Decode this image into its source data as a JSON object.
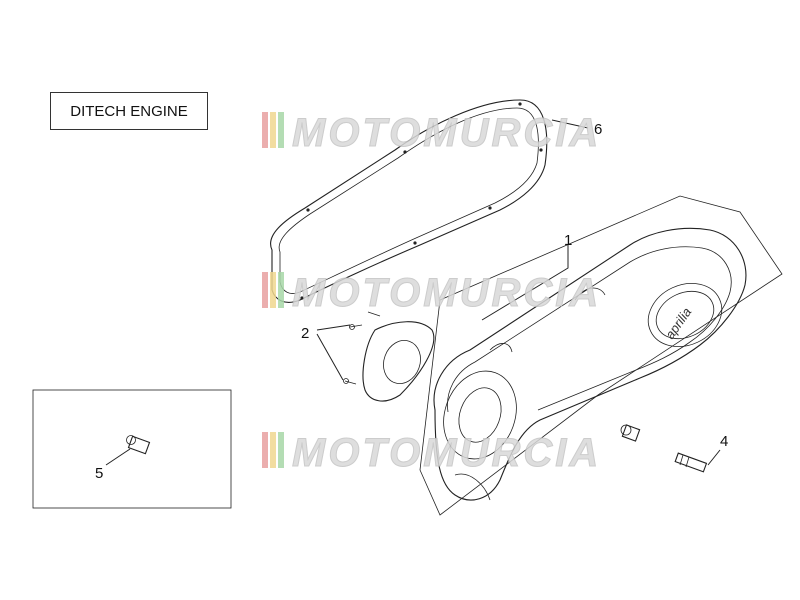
{
  "header": {
    "engine_label": "DITECH ENGINE"
  },
  "callouts": [
    {
      "id": "1",
      "label": "1"
    },
    {
      "id": "2",
      "label": "2"
    },
    {
      "id": "4",
      "label": "4"
    },
    {
      "id": "5",
      "label": "5"
    },
    {
      "id": "6",
      "label": "6"
    }
  ],
  "cover_logo": "aprilia",
  "watermark": {
    "text": "MOTOMURCIA",
    "stripe_colors": [
      "#e8a0a0",
      "#f0d890",
      "#a8d8a8"
    ]
  }
}
